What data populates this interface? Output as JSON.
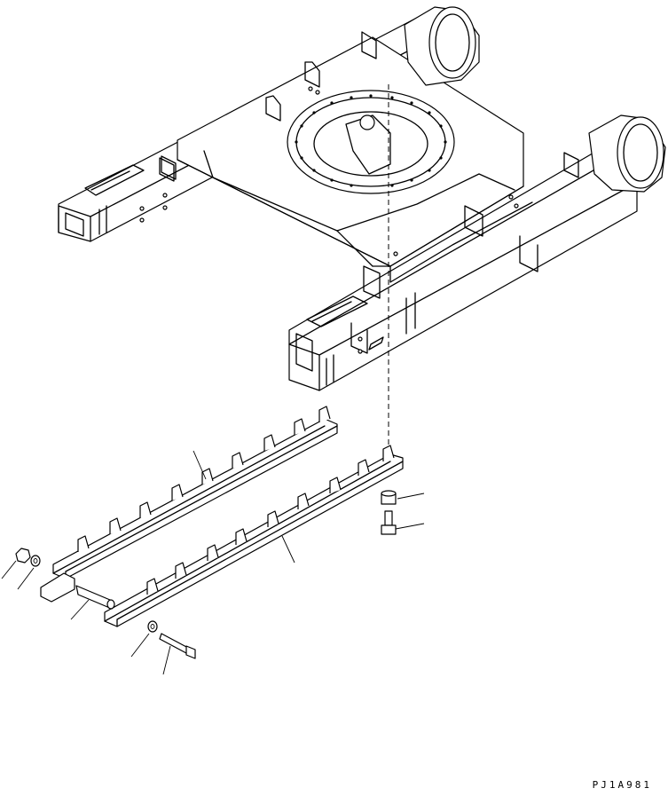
{
  "drawing": {
    "code": "PJ1A981",
    "parts": [
      {
        "name": "track-frame",
        "kind": "frame"
      },
      {
        "name": "track-guard-upper",
        "kind": "guard"
      },
      {
        "name": "track-guard-lower",
        "kind": "guard"
      },
      {
        "name": "nut",
        "kind": "hardware"
      },
      {
        "name": "washer",
        "kind": "hardware"
      },
      {
        "name": "pin",
        "kind": "hardware"
      },
      {
        "name": "spacer",
        "kind": "hardware"
      },
      {
        "name": "bolt",
        "kind": "hardware"
      }
    ]
  }
}
